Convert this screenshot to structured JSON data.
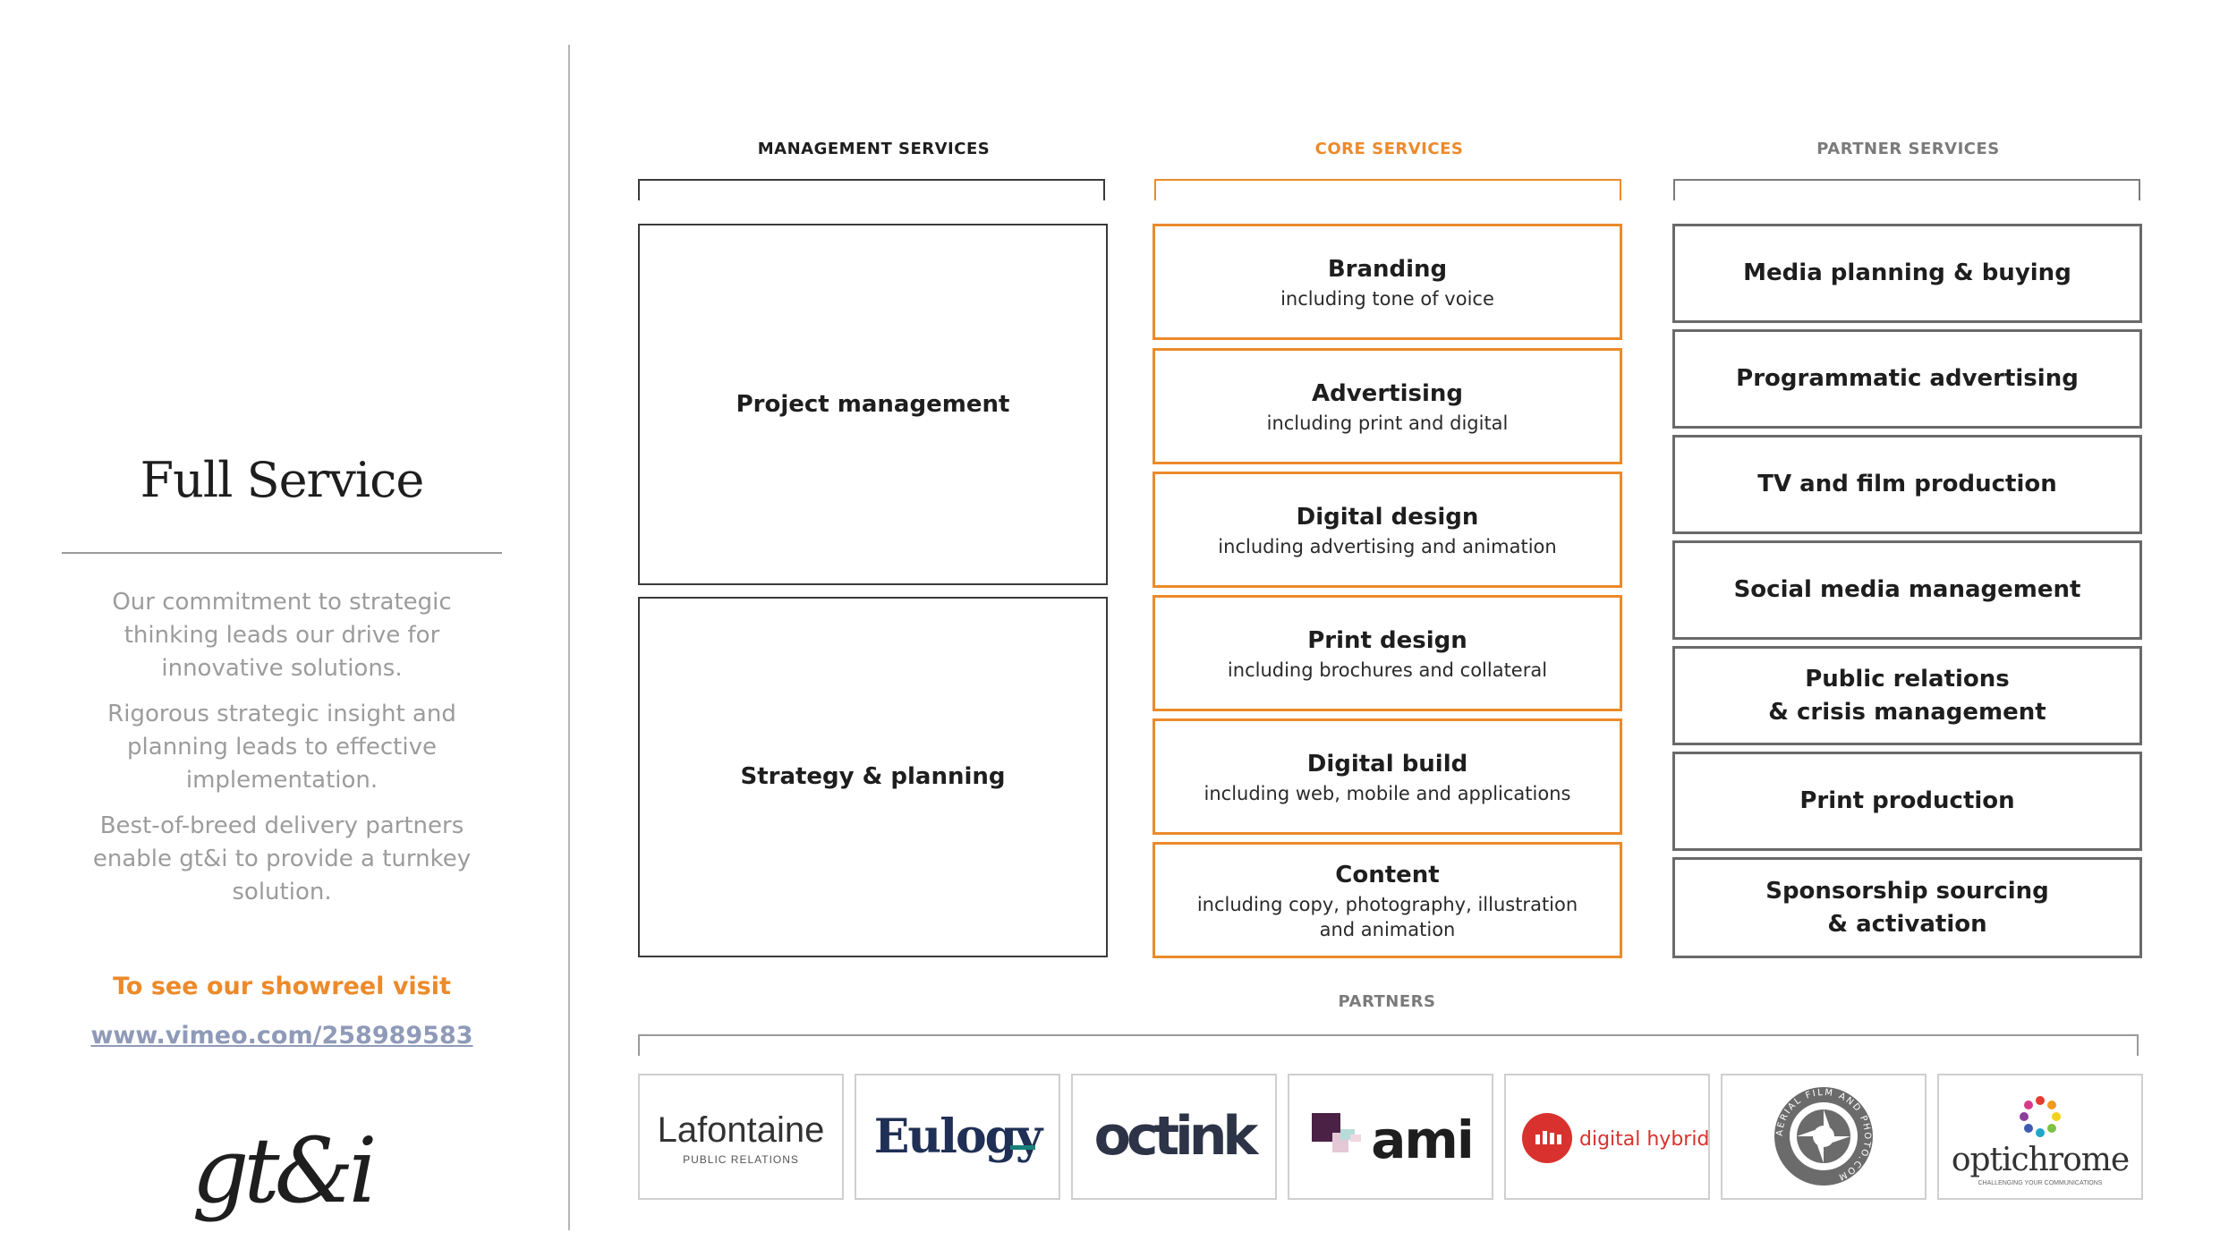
{
  "left": {
    "title": "Full Service",
    "paragraphs": [
      "Our commitment to strategic thinking leads our drive for innovative solutions.",
      "Rigorous strategic insight and planning leads to effective implementation.",
      "Best-of-breed delivery partners enable gt&i to provide a turnkey solution."
    ],
    "cta": "To see our showreel visit",
    "link": "www.vimeo.com/258989583",
    "logo_text": "gt&i"
  },
  "columns": {
    "management": {
      "heading": "MANAGEMENT SERVICES",
      "items": [
        "Project management",
        "Strategy & planning"
      ]
    },
    "core": {
      "heading": "CORE SERVICES",
      "items": [
        {
          "title": "Branding",
          "sub": "including tone of voice"
        },
        {
          "title": "Advertising",
          "sub": "including print and digital"
        },
        {
          "title": "Digital design",
          "sub": "including advertising and animation"
        },
        {
          "title": "Print design",
          "sub": "including brochures and collateral"
        },
        {
          "title": "Digital build",
          "sub": "including web, mobile and applications"
        },
        {
          "title": "Content",
          "sub": "including copy, photography, illustration\nand animation"
        }
      ]
    },
    "partner": {
      "heading": "PARTNER SERVICES",
      "items": [
        "Media planning & buying",
        "Programmatic advertising",
        "TV and film production",
        "Social media management",
        "Public relations\n& crisis management",
        "Print production",
        "Sponsorship sourcing\n& activation"
      ]
    }
  },
  "partners": {
    "heading": "PARTNERS",
    "logos": [
      {
        "name": "Lafontaine",
        "tagline": "PUBLIC RELATIONS"
      },
      {
        "name": "Eulogy"
      },
      {
        "name": "octink"
      },
      {
        "name": "ami"
      },
      {
        "name": "digital hybrid"
      },
      {
        "name": "aerial film and photo",
        "ring_text": "AERIAL FILM AND PHOTO.COM"
      },
      {
        "name": "optichrome",
        "tagline": "CHALLENGING YOUR COMMUNICATIONS"
      }
    ]
  },
  "colors": {
    "accent_orange": "#ec8a2a",
    "link_blue": "#8f9ab8",
    "text_dark": "#1e1e1e",
    "text_grey": "#9c9c9c",
    "eulogy_navy": "#1f2f55",
    "eulogy_teal": "#19807a",
    "digital_hybrid_red": "#d9322e",
    "ami_purple": "#4b2245"
  }
}
